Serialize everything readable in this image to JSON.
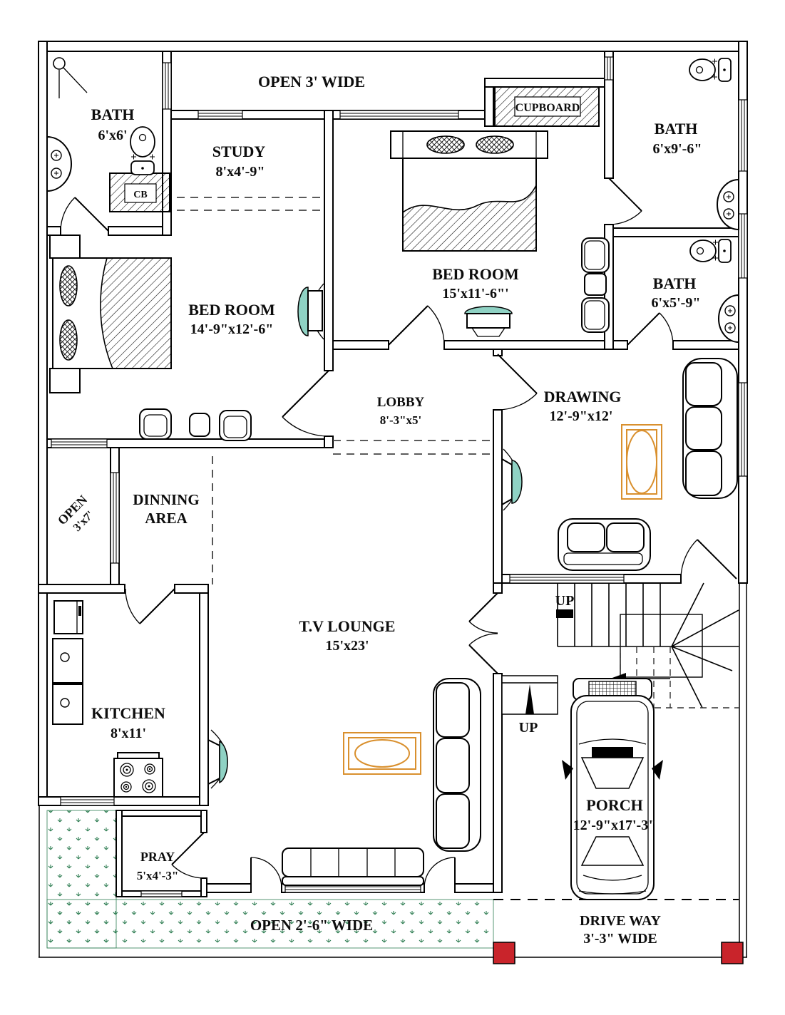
{
  "colors": {
    "wall": "#000000",
    "accent_orange": "#d9902e",
    "screen_teal": "#8fd2c4",
    "lawn_green": "#2e7d52",
    "column_red": "#c9242b",
    "dash_gray": "#444444"
  },
  "plan": {
    "open_top_label": "OPEN 3' WIDE",
    "open_bottom_label": "OPEN 2'-6\" WIDE",
    "cupboard_label": "CUPBOARD",
    "cb_label": "CB",
    "rooms": {
      "bath_tl": {
        "name": "BATH",
        "dims": "6'x6'"
      },
      "study": {
        "name": "STUDY",
        "dims": "8'x4'-9\""
      },
      "bath_tr": {
        "name": "BATH",
        "dims": "6'x9'-6\""
      },
      "bed_master": {
        "name": "BED ROOM",
        "dims": "15'x11'-6\"'"
      },
      "bath_right": {
        "name": "BATH",
        "dims": "6'x5'-9\""
      },
      "bed_left": {
        "name": "BED ROOM",
        "dims": "14'-9\"x12'-6\""
      },
      "lobby": {
        "name": "LOBBY",
        "dims": "8'-3\"x5'"
      },
      "drawing": {
        "name": "DRAWING",
        "dims": "12'-9\"x12'"
      },
      "open_left": {
        "name": "OPEN",
        "dims": "3'x7'"
      },
      "dining": {
        "line1": "DINNING",
        "line2": "AREA"
      },
      "tv_lounge": {
        "name": "T.V LOUNGE",
        "dims": "15'x23'"
      },
      "kitchen": {
        "name": "KITCHEN",
        "dims": "8'x11'"
      },
      "pray": {
        "name": "PRAY",
        "dims": "5'x4'-3\""
      },
      "porch": {
        "name": "PORCH",
        "dims": "12'-9\"x17'-3\""
      },
      "driveway": {
        "line1": "DRIVE WAY",
        "line2": "3'-3\" WIDE"
      }
    },
    "stairs": {
      "up_upper": "UP",
      "up_lower": "UP"
    }
  }
}
